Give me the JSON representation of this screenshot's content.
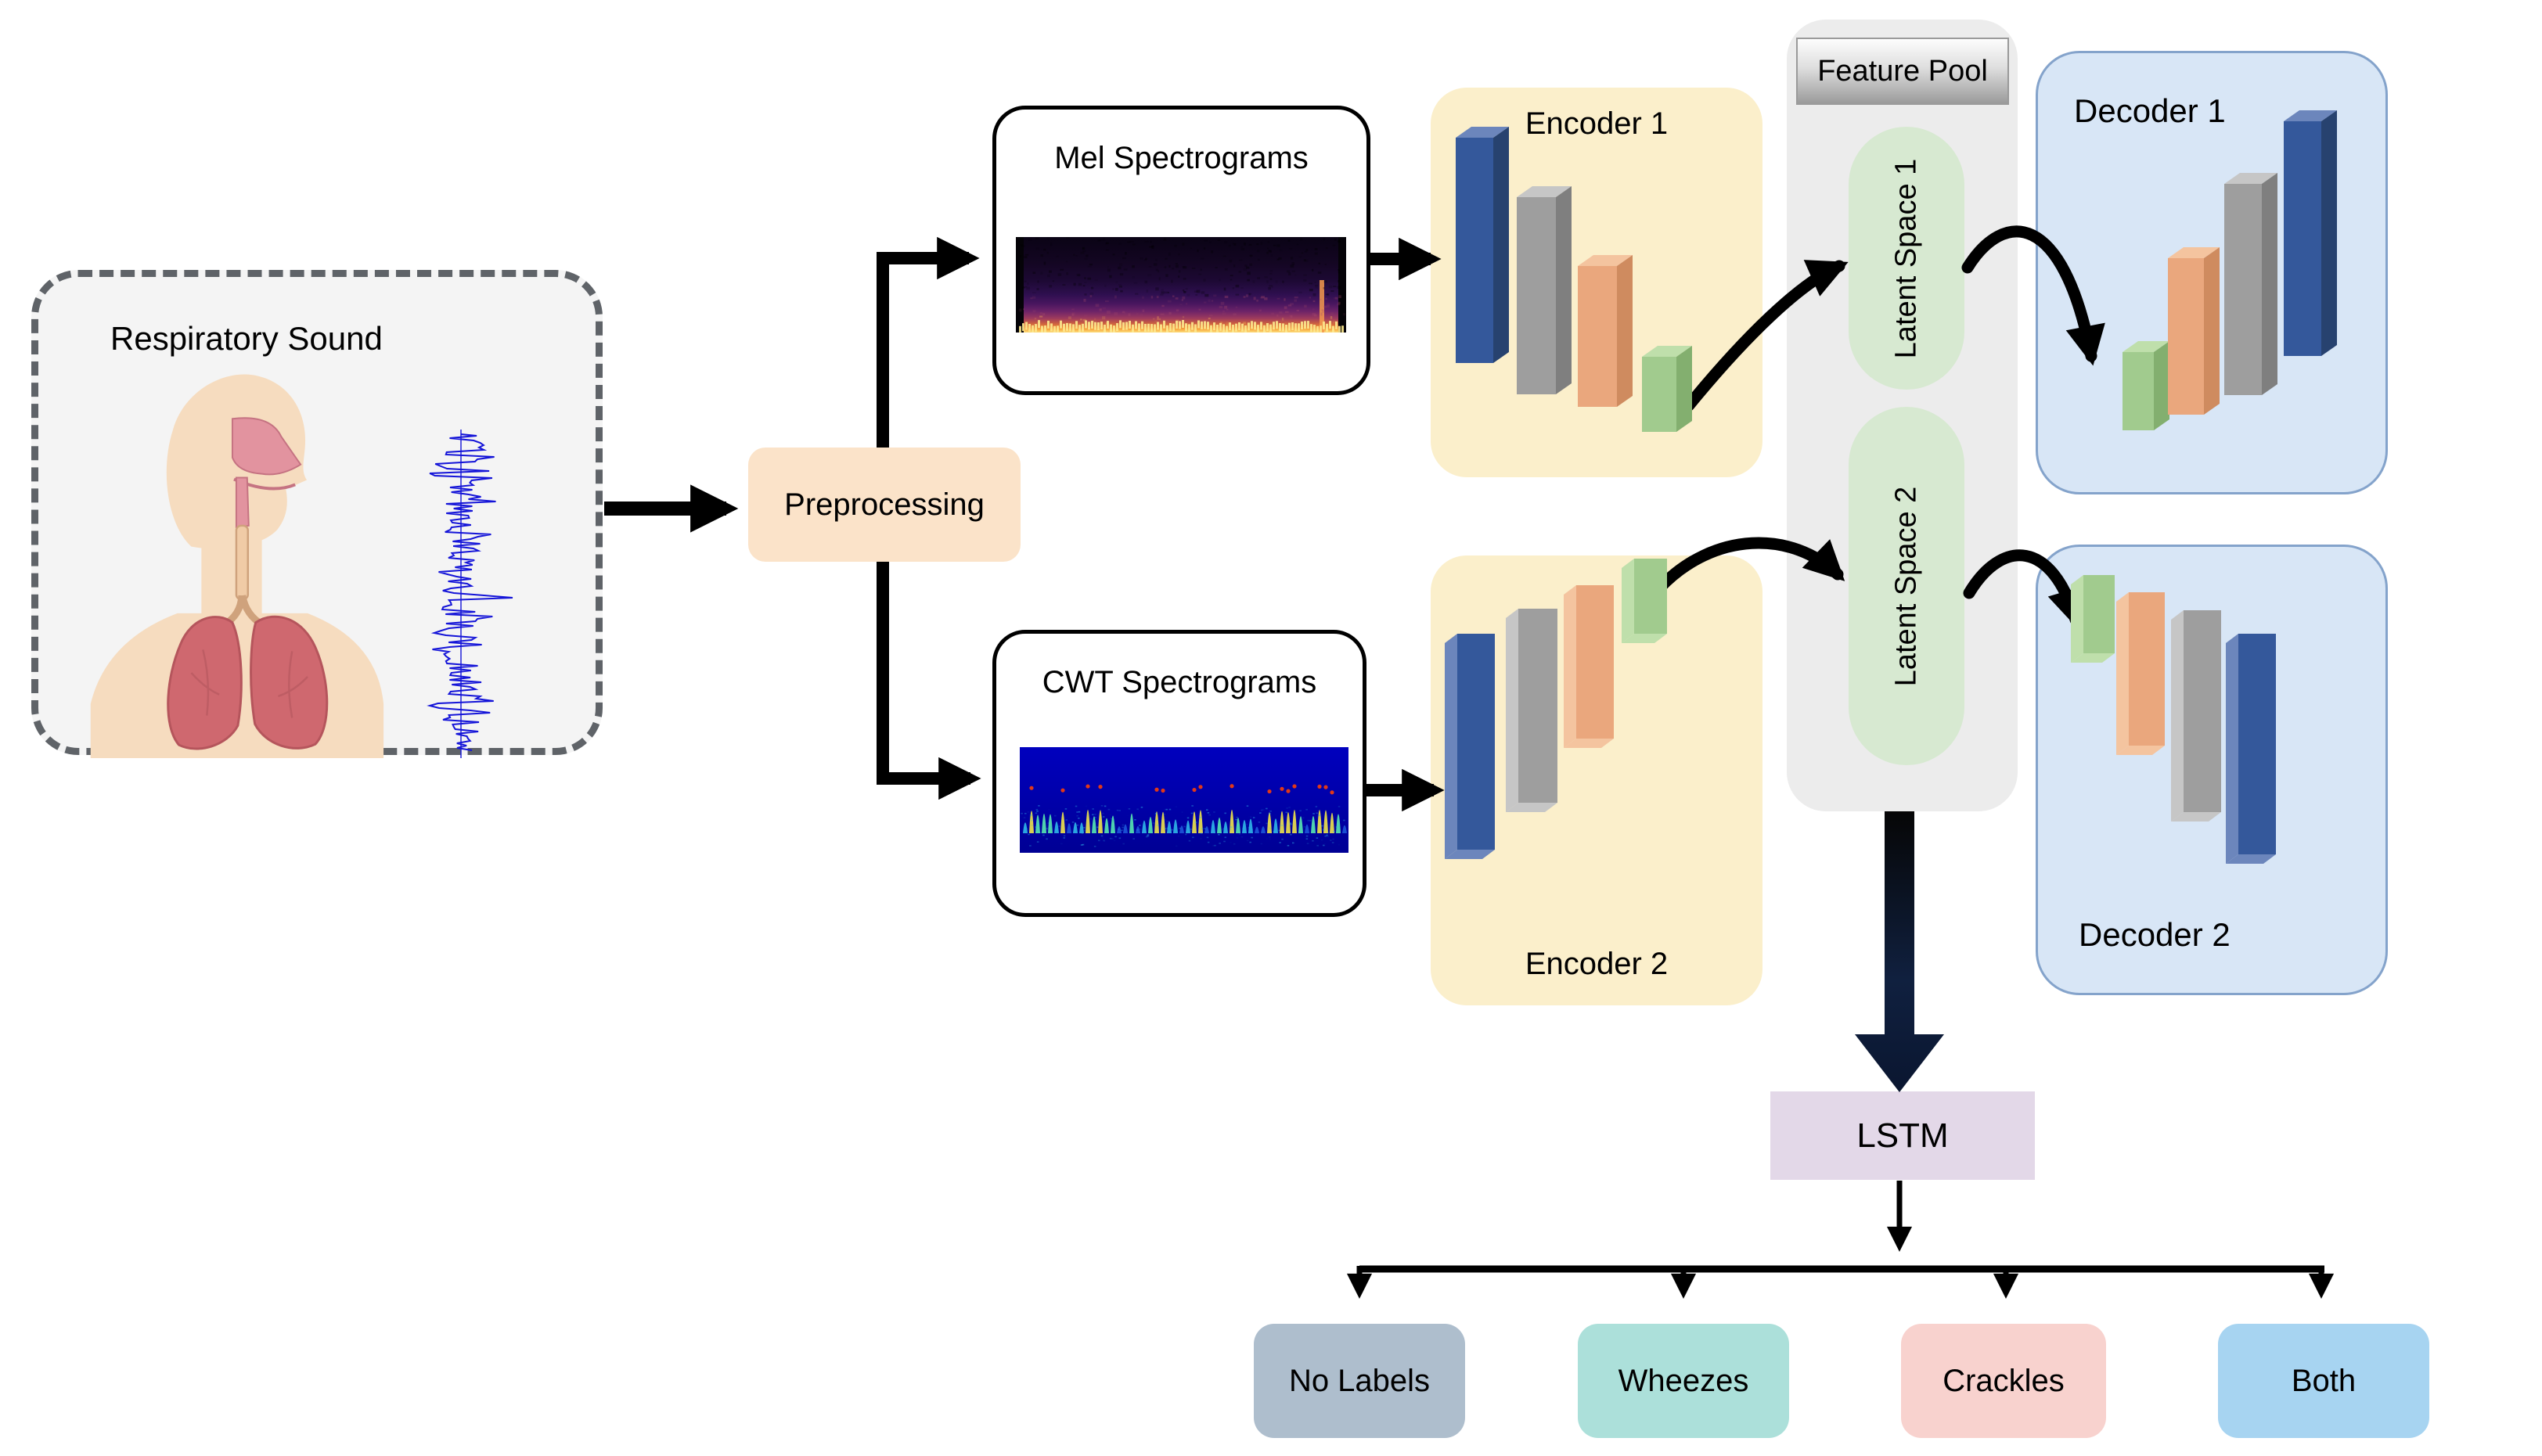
{
  "source": {
    "title": "Respiratory Sound"
  },
  "preprocessing": {
    "label": "Preprocessing"
  },
  "mel": {
    "title": "Mel Spectrograms"
  },
  "cwt": {
    "title": "CWT Spectrograms"
  },
  "encoder1": {
    "title": "Encoder 1"
  },
  "encoder2": {
    "title": "Encoder 2"
  },
  "feature_pool": {
    "title": "Feature Pool",
    "latent1": "Latent Space 1",
    "latent2": "Latent Space 2"
  },
  "decoder1": {
    "title": "Decoder 1"
  },
  "decoder2": {
    "title": "Decoder 2"
  },
  "lstm": {
    "label": "LSTM"
  },
  "classes": [
    {
      "label": "No Labels",
      "color": "#AEBECD"
    },
    {
      "label": "Wheezes",
      "color": "#ACE0DA"
    },
    {
      "label": "Crackles",
      "color": "#F8D2CE"
    },
    {
      "label": "Both",
      "color": "#A7D4F1"
    }
  ],
  "palette": {
    "source_fill": "#F4F4F4",
    "source_border": "#5F6368",
    "preprocessing_fill": "#FBE3C9",
    "encoder_fill": "#FBEFCB",
    "decoder_fill": "#D8E6F6",
    "decoder_border": "#84A3CB",
    "feature_pool_fill": "#ECECEC",
    "latent_fill": "#D7E9D1",
    "lstm_fill": "#E3D8E8",
    "slab_blue": "#34589B",
    "slab_gray": "#9E9E9E",
    "slab_orange": "#EAA77D",
    "slab_green": "#A1CB8E",
    "waveform": "#1414D8",
    "arrow": "#000000",
    "skin": "#F6DCBF",
    "lung": "#CF686F",
    "airway": "#E2939F"
  }
}
